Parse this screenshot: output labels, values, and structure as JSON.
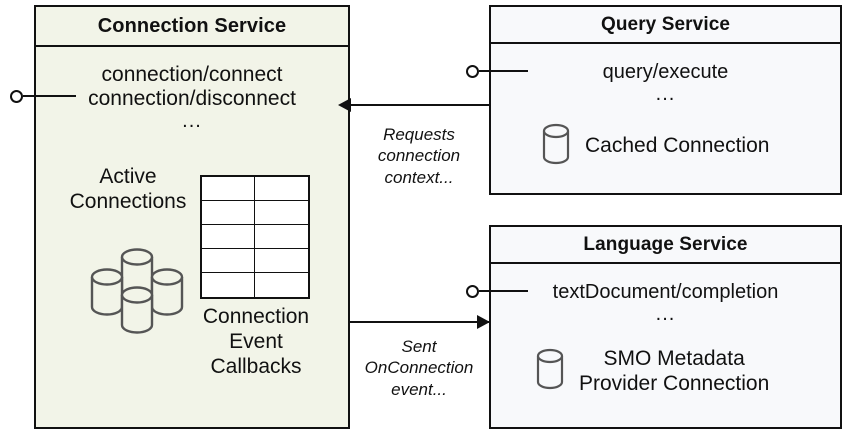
{
  "diagram": {
    "colors": {
      "connection_service_fill": "#f2f4e8",
      "service_fill": "#f8f9fb",
      "stroke": "#111111",
      "icon_stroke": "#555555",
      "table_fill": "#ffffff"
    }
  },
  "connection_service": {
    "title": "Connection Service",
    "endpoints": [
      "connection/connect",
      "connection/disconnect"
    ],
    "ellipsis": "...",
    "active_connections": {
      "label_line1": "Active",
      "label_line2": "Connections",
      "icon": "database-stack-icon"
    },
    "event_callbacks": {
      "label_line1": "Connection",
      "label_line2": "Event",
      "label_line3": "Callbacks",
      "icon": "table-grid-icon",
      "rows": 5,
      "columns": 2
    },
    "interface": "provided-interface-lollipop"
  },
  "query_service": {
    "title": "Query Service",
    "endpoints": [
      "query/execute"
    ],
    "ellipsis": "...",
    "resource": {
      "label": "Cached Connection",
      "icon": "database-cylinder-icon"
    },
    "interface": "provided-interface-lollipop"
  },
  "language_service": {
    "title": "Language Service",
    "endpoints": [
      "textDocument/completion"
    ],
    "ellipsis": "...",
    "resource": {
      "label_line1": "SMO Metadata",
      "label_line2": "Provider Connection",
      "icon": "database-cylinder-icon"
    },
    "interface": "provided-interface-lollipop"
  },
  "connectors": {
    "requests": {
      "label_line1": "Requests",
      "label_line2": "connection",
      "label_line3": "context...",
      "direction": "query-service-to-connection-service"
    },
    "sent": {
      "label_line1": "Sent",
      "label_line2": "OnConnection",
      "label_line3": "event...",
      "direction": "connection-service-to-language-service"
    }
  }
}
